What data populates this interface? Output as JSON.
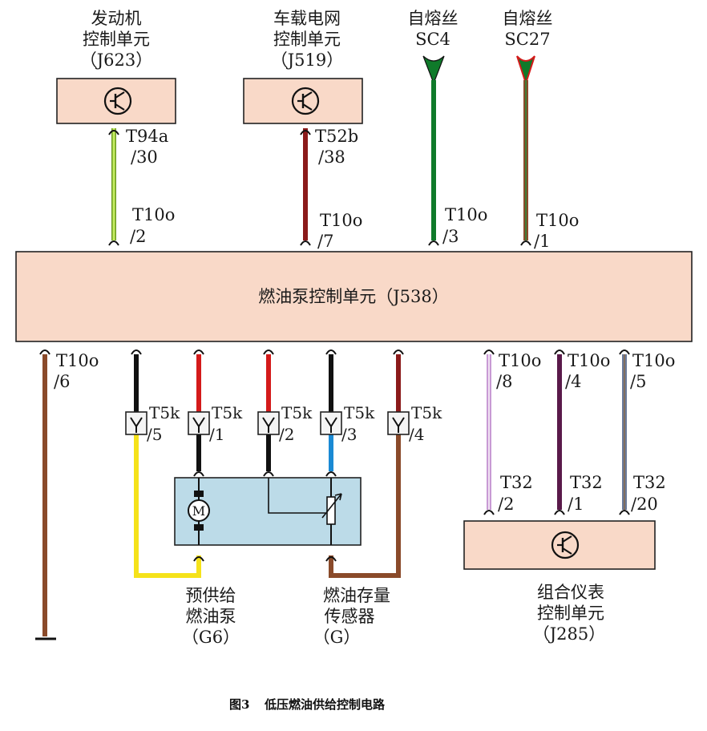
{
  "modules": {
    "ecu": {
      "line1": "发动机",
      "line2": "控制单元",
      "line3": "（J623）"
    },
    "bcm": {
      "line1": "车载电网",
      "line2": "控制单元",
      "line3": "（J519）"
    },
    "pump_ctrl": {
      "label": "燃油泵控制单元（J538）"
    },
    "cluster": {
      "line1": "组合仪表",
      "line2": "控制单元",
      "line3": "（J285）"
    }
  },
  "fuses": {
    "sc4": {
      "line1": "自熔丝",
      "line2": "SC4"
    },
    "sc27": {
      "line1": "自熔丝",
      "line2": "SC27"
    }
  },
  "pins": {
    "t94a": {
      "a": "T94a",
      "b": "/30"
    },
    "t52b": {
      "a": "T52b",
      "b": "/38"
    },
    "t10o_2": {
      "a": "T10o",
      "b": "/2"
    },
    "t10o_7": {
      "a": "T10o",
      "b": "/7"
    },
    "t10o_3": {
      "a": "T10o",
      "b": "/3"
    },
    "t10o_1": {
      "a": "T10o",
      "b": "/1"
    },
    "t10o_6": {
      "a": "T10o",
      "b": "/6"
    },
    "t10o_8": {
      "a": "T10o",
      "b": "/8"
    },
    "t10o_4": {
      "a": "T10o",
      "b": "/4"
    },
    "t10o_5": {
      "a": "T10o",
      "b": "/5"
    },
    "t5k_5": {
      "a": "T5k",
      "b": "/5"
    },
    "t5k_1": {
      "a": "T5k",
      "b": "/1"
    },
    "t5k_2": {
      "a": "T5k",
      "b": "/2"
    },
    "t5k_3": {
      "a": "T5k",
      "b": "/3"
    },
    "t5k_4": {
      "a": "T5k",
      "b": "/4"
    },
    "t32_2": {
      "a": "T32",
      "b": "/2"
    },
    "t32_1": {
      "a": "T32",
      "b": "/1"
    },
    "t32_20": {
      "a": "T32",
      "b": "/20"
    }
  },
  "components": {
    "pump": {
      "line1": "预供给",
      "line2": "燃油泵",
      "line3": "（G6）",
      "symbol": "M"
    },
    "sender": {
      "line1": "燃油存量",
      "line2": "传感器",
      "line3": "（G）"
    }
  },
  "caption": {
    "fig": "图3",
    "text": "低压燃油供给控制电路"
  },
  "colors": {
    "yellow_green": "#b8e05a",
    "dark_red": "#8b1a1a",
    "green": "#0f7a2a",
    "brown": "#8a4a2a",
    "black": "#111111",
    "red": "#d41a1a",
    "blue": "#1a8ad4",
    "yellow": "#f5e21a",
    "violet": "#c89ad4",
    "violet_dark": "#5a1a4a",
    "grey_blue": "#6a7a9a",
    "box_fill": "#f9d9c8",
    "tank_fill": "#bcdbe8"
  }
}
